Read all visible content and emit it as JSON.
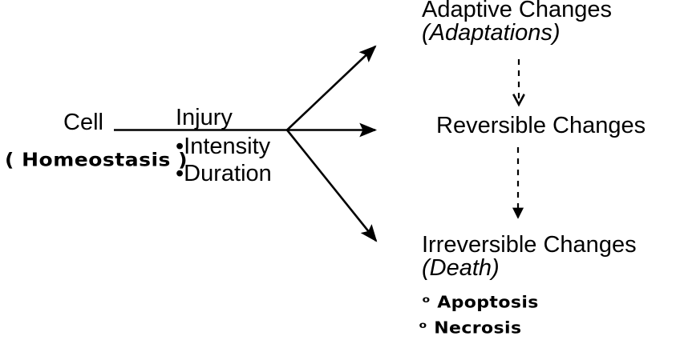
{
  "diagram": {
    "title": "Cell injury outcomes flow diagram",
    "stroke_color": "#000000",
    "background_color": "#ffffff",
    "left": {
      "cell": "Cell",
      "homeostasis": "( Homeostasis )",
      "injury": "Injury",
      "factors": [
        "•Intensity",
        "•Duration"
      ]
    },
    "outcomes": {
      "adaptive": "Adaptive Changes",
      "adaptive_alt": "(Adaptations)",
      "reversible": "Reversible Changes",
      "irreversible": "Irreversible Changes",
      "irreversible_alt": "(Death)",
      "death_modes": [
        "ᵒ Apoptosis",
        "ᵒ Necrosis"
      ]
    },
    "connectors": [
      {
        "name": "cell-to-fork",
        "style": "solid",
        "head": "none"
      },
      {
        "name": "fork-to-adaptive",
        "style": "solid",
        "head": "filled"
      },
      {
        "name": "fork-to-reversible",
        "style": "solid",
        "head": "filled"
      },
      {
        "name": "fork-to-irreversible",
        "style": "solid",
        "head": "filled"
      },
      {
        "name": "adaptive-to-reversible",
        "style": "dashed",
        "head": "open"
      },
      {
        "name": "reversible-to-irreversible",
        "style": "dashed",
        "head": "filled"
      }
    ]
  }
}
